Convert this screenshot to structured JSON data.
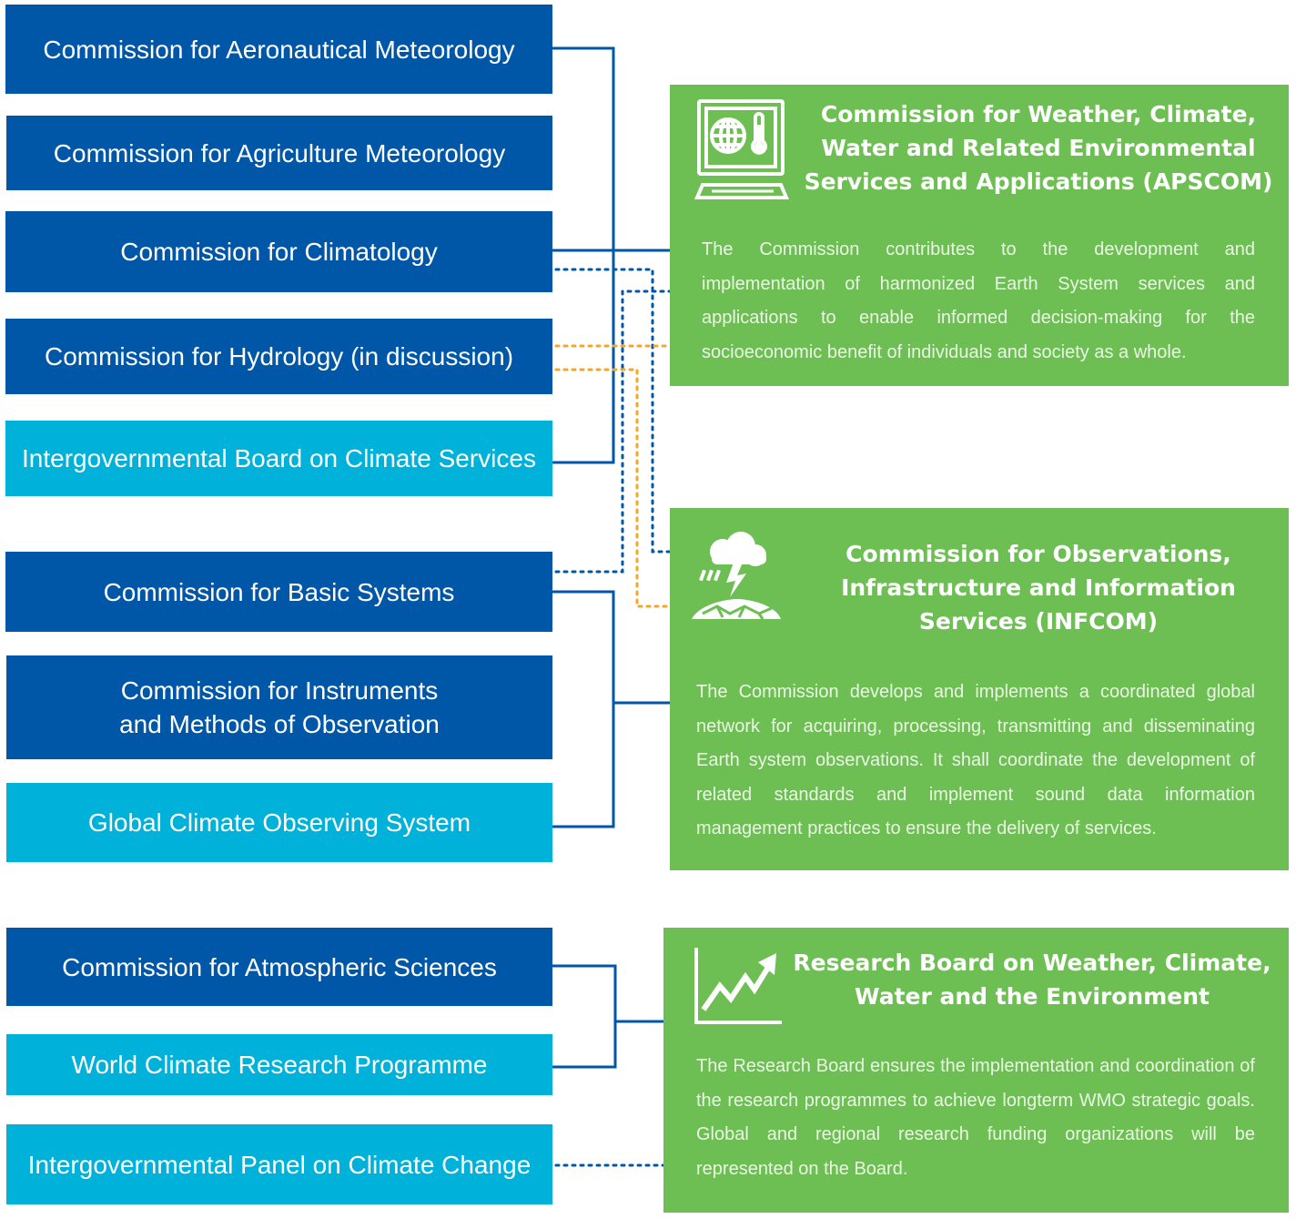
{
  "colors": {
    "commission_box": "#0057A8",
    "programme_box": "#00B2D9",
    "new_body_panel": "#6DBE53",
    "dotted_blue": "#0057A8",
    "dotted_orange": "#F6A623"
  },
  "left_boxes": [
    {
      "label": "Commission for Aeronautical Meteorology"
    },
    {
      "label": "Commission for Agriculture Meteorology"
    },
    {
      "label": "Commission for Climatology"
    },
    {
      "label": "Commission for Hydrology (in discussion)"
    },
    {
      "label": "Intergovernmental Board on Climate Services"
    },
    {
      "label": "Commission for Basic Systems"
    },
    {
      "label": "Commission for Instruments\nand Methods of Observation"
    },
    {
      "label": "Global Climate Observing System"
    },
    {
      "label": "Commission for Atmospheric Sciences"
    },
    {
      "label": "World Climate Research Programme"
    },
    {
      "label": "Intergovernmental Panel on Climate Change"
    }
  ],
  "panels": [
    {
      "icon": "computer-globe-thermometer-icon",
      "title": "Commission for Weather, Climate, Water and Related Environmental Services and Applications (APSCOM)",
      "description": "The Commission contributes to the development and implementation of harmonized Earth System services and applications to enable informed decision-making for the socioeconomic benefit of individuals and society as a whole."
    },
    {
      "icon": "storm-cloud-earth-icon",
      "title": "Commission for Observations, Infrastructure and Information Services (INFCOM)",
      "description": "The Commission develops and implements a coordinated global network for acquiring, processing, transmitting and disseminating Earth system observations. It shall coordinate the development of related standards and implement sound data information management practices to ensure the delivery of services."
    },
    {
      "icon": "rising-trend-chart-icon",
      "title": "Research Board on Weather, Climate, Water and the Environment",
      "description": "The Research Board ensures the implementation and coordination of the research programmes to achieve longterm WMO strategic goals. Global and regional research funding organizations will be represented on the Board."
    }
  ]
}
